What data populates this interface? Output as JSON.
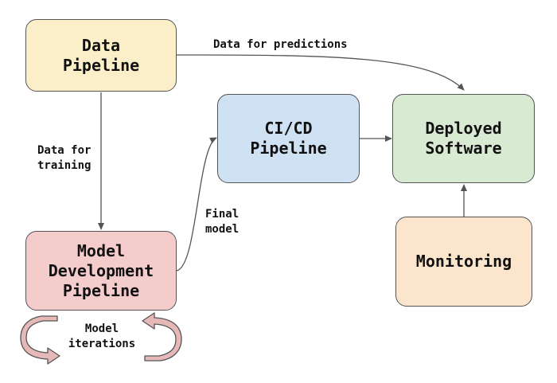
{
  "colors": {
    "data_pipeline": "#fbefc9",
    "cicd_pipeline": "#cfe2f3",
    "deployed_software": "#d9ead3",
    "model_dev": "#f4cccc",
    "monitoring": "#fce5cd",
    "border": "#555555",
    "arrow": "#555555",
    "iteration_arrow": "#e6b8b8"
  },
  "nodes": {
    "data_pipeline": {
      "lines": [
        "Data",
        "Pipeline"
      ]
    },
    "cicd_pipeline": {
      "lines": [
        "CI/CD",
        "Pipeline"
      ]
    },
    "deployed_software": {
      "lines": [
        "Deployed",
        "Software"
      ]
    },
    "model_dev": {
      "lines": [
        "Model",
        "Development",
        "Pipeline"
      ]
    },
    "monitoring": {
      "lines": [
        "Monitoring"
      ]
    }
  },
  "edges": {
    "data_for_predictions": "Data for predictions",
    "data_for_training": [
      "Data for",
      "training"
    ],
    "final_model": [
      "Final",
      "model"
    ]
  },
  "model_iterations": [
    "Model",
    "iterations"
  ]
}
